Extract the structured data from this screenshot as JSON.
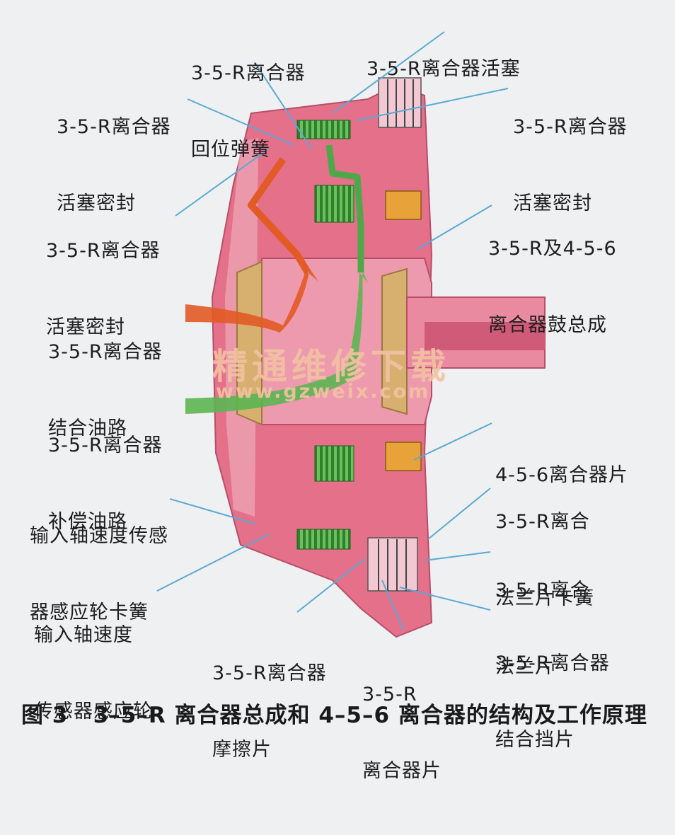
{
  "labels": {
    "spring": [
      "3-5-R离合器",
      "回位弹簧"
    ],
    "piston": [
      "3-5-R离合器活塞"
    ],
    "seal_left_top": [
      "3-5-R离合器",
      "活塞密封"
    ],
    "seal_right_top": [
      "3-5-R离合器",
      "活塞密封"
    ],
    "seal_left_mid": [
      "3-5-R离合器",
      "活塞密封"
    ],
    "drum": [
      "3-5-R及4-5-6",
      "离合器鼓总成"
    ],
    "apply_oil": [
      "3-5-R离合器",
      "结合油路"
    ],
    "balance_oil": [
      "3-5-R离合器",
      "补偿油路"
    ],
    "plates_456": [
      "4-5-6离合器片"
    ],
    "snap_ring": [
      "输入轴速度传感",
      "器感应轮卡簧"
    ],
    "flange_snap": [
      "3-5-R离合",
      "法兰片卡簧"
    ],
    "flange": [
      "3-5-R离合",
      "法兰片"
    ],
    "reluctor": [
      "输入轴速度",
      "传感器感应轮"
    ],
    "friction": [
      "3-5-R离合器",
      "摩擦片"
    ],
    "plates_35r": [
      "3-5-R",
      "离合器片"
    ],
    "backing": [
      "3-5-R离合器",
      "结合挡片"
    ]
  },
  "watermark": {
    "line1": "精通维修下载",
    "line2": "www.gzweix.com"
  },
  "caption": "图 3   3–5–R 离合器总成和 4–5–6 离合器的结构及工作原理",
  "colors": {
    "housing": "#e4708a",
    "housing_light": "#f0b4c0",
    "leader": "#5aa9d6",
    "spring": "#3f9a3a",
    "apply_oil": "#e25a24",
    "balance_oil": "#4ea84a",
    "brass": "#d7b070",
    "plates_orange": "#e8a23a"
  }
}
